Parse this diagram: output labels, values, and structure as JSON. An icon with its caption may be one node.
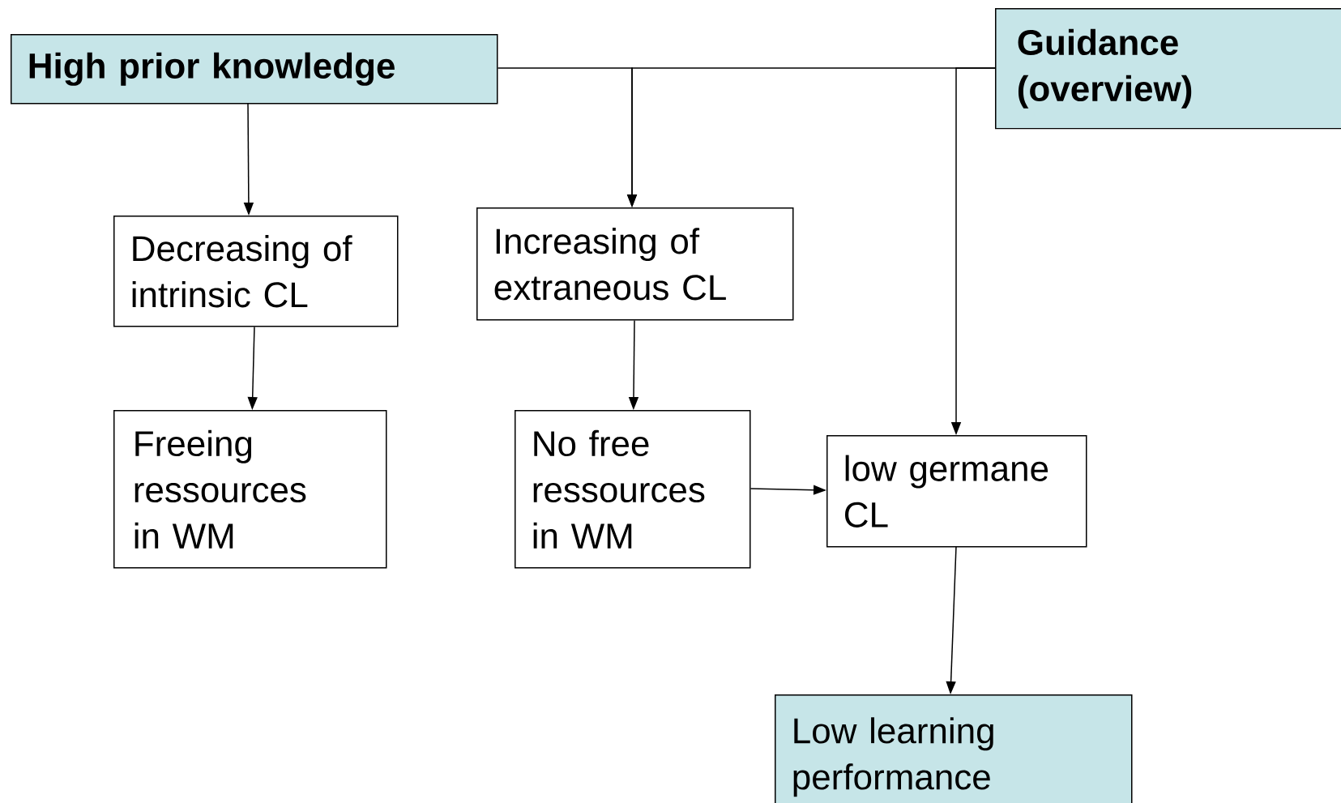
{
  "diagram": {
    "nodes": [
      {
        "text": [
          "**High prior knowledge**"
        ]
      },
      {
        "text": [
          "**Guidance (overview)**"
        ]
      },
      {
        "text": [
          "Decreasing of intrinsic CL"
        ]
      },
      {
        "text": [
          "Increasing of extraneous CL"
        ]
      },
      {
        "text": [
          "Freeing ressources in WM"
        ]
      },
      {
        "text": [
          "No free ressources in WM"
        ]
      },
      {
        "text": [
          "low germane CL"
        ]
      },
      {
        "text": [
          "Low learning performance"
        ]
      }
    ],
    "edges": [
      {
        "from": 0,
        "to": 2,
        "arrow": "to"
      },
      {
        "from": 0,
        "to": 3,
        "arrow": "to"
      },
      {
        "from": 1,
        "to": 3,
        "arrow": "to"
      },
      {
        "from": 1,
        "to": 6,
        "arrow": "to"
      },
      {
        "from": 2,
        "to": 4,
        "arrow": "to"
      },
      {
        "from": 3,
        "to": 5,
        "arrow": "to"
      },
      {
        "from": 5,
        "to": 6,
        "arrow": "to"
      },
      {
        "from": 6,
        "to": 7,
        "arrow": "to"
      }
    ]
  }
}
